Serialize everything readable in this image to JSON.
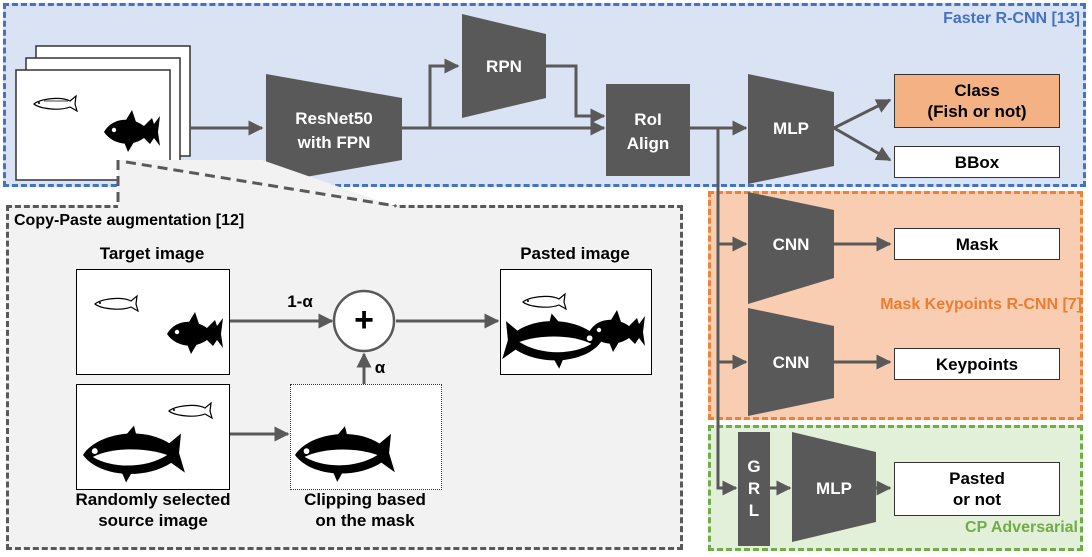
{
  "regions": {
    "faster_rcnn": "Faster R-CNN [13]",
    "mask_keypoints": "Mask Keypoints R-CNN [7]",
    "cp_adversarial": "CP Adversarial",
    "copy_paste": "Copy-Paste augmentation [12]"
  },
  "blocks": {
    "backbone_line1": "ResNet50",
    "backbone_line2": "with FPN",
    "rpn": "RPN",
    "roi_line1": "RoI",
    "roi_line2": "Align",
    "mlp_head": "MLP",
    "cnn_mask": "CNN",
    "cnn_keypoints": "CNN",
    "grl_g": "G",
    "grl_r": "R",
    "grl_l": "L",
    "mlp_adv": "MLP"
  },
  "outputs": {
    "class_line1": "Class",
    "class_line2": "(Fish or not)",
    "bbox": "BBox",
    "mask": "Mask",
    "keypoints": "Keypoints",
    "pasted_line1": "Pasted",
    "pasted_line2": "or not"
  },
  "copy_paste": {
    "target_image": "Target image",
    "pasted_image": "Pasted image",
    "source_line1": "Randomly selected",
    "source_line2": "source image",
    "clip_line1": "Clipping based",
    "clip_line2": "on the mask",
    "weight_target": "1-α",
    "weight_alpha": "α",
    "plus": "+"
  },
  "colors": {
    "faster_rcnn": "#4472c4",
    "mask_keypoints": "#ed7d31",
    "cp_adversarial": "#70ad47",
    "network_block": "#595959",
    "class_box": "#f4b183"
  }
}
